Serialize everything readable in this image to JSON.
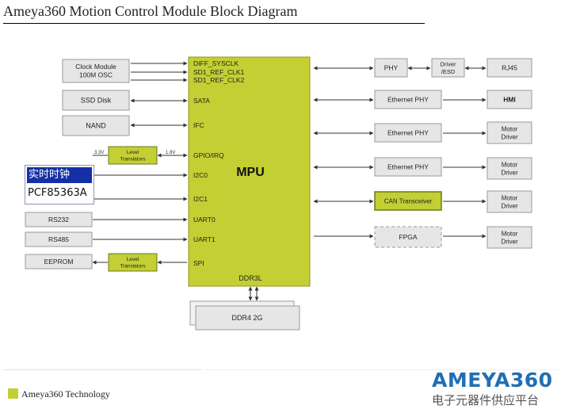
{
  "title": "Ameya360 Motion Control Module Block Diagram",
  "legend": {
    "label": "Ameya360 Technology",
    "color": "#c3cf33"
  },
  "logo": {
    "word": "AMEYA360",
    "sub": "电子元器件供应平台"
  },
  "mpu": {
    "label": "MPU",
    "ddr_label": "DDR3L",
    "ports_left": [
      "DIFF_SYSCLK",
      "SD1_REF_CLK1",
      "SD1_REF_CLK2",
      "SATA",
      "IFC",
      "GPIO/IRQ",
      "I2C0",
      "I2C1",
      "UART0",
      "UART1",
      "SPI"
    ]
  },
  "left_blocks": {
    "clock": "Clock Module\n100M OSC",
    "ssd": "SSD Disk",
    "nand": "NAND",
    "rs232": "RS232",
    "rs485": "RS485",
    "eeprom": "EEPROM",
    "level1": "Level\nTranslators",
    "level2": "Level\nTranslators",
    "v33": "3.3V",
    "v18": "1.8V"
  },
  "rtc": {
    "top": "实时时钟",
    "bottom": "PCF85363A"
  },
  "memory": {
    "ddr4": "DDR4 2G"
  },
  "right_blocks": {
    "phy": "PHY",
    "driver_esd": "Driver\n/ESD",
    "rj45": "RJ45",
    "eth1": "Ethernet PHY",
    "hmi": "HMI",
    "eth2": "Ethernet PHY",
    "motor1": "Motor\nDriver",
    "eth3": "Ethernet PHY",
    "motor2": "Motor\nDriver",
    "can": "CAN Transceiver",
    "motor3": "Motor\nDriver",
    "fpga": "FPGA",
    "motor4": "Motor\nDriver"
  },
  "colors": {
    "accent": "#c3cf33",
    "box_fill": "#e6e6e6",
    "box_border": "#9a9a9a"
  }
}
